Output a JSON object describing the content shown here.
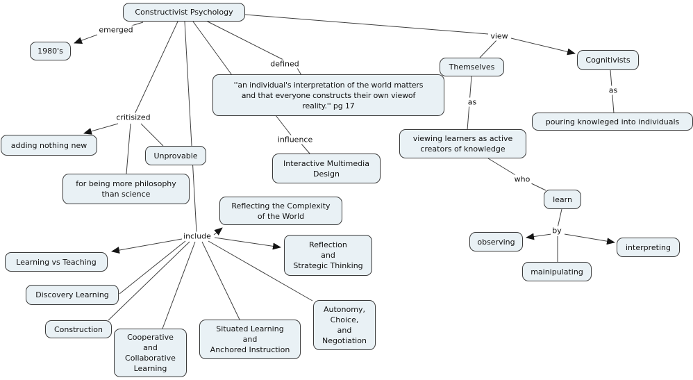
{
  "diagram_type": "concept-map",
  "topic": "Constructivist Psychology",
  "colors": {
    "background": "#ffffff",
    "node_fill": "#e9f1f5",
    "node_border": "#3a3a3a",
    "line": "#3f3f3f",
    "text": "#111111"
  },
  "nodes": {
    "cp": "Constructivist Psychology",
    "y1980s": "1980's",
    "adding": "adding nothing new",
    "unprovable": "Unprovable",
    "philosophy": "for being more philosophy\nthan science",
    "quote": "''an individual's interpretation of the world matters\nand that everyone constructs their own viewof\nreality.'' pg 17",
    "imd": "Interactive Multimedia\nDesign",
    "themselves": "Themselves",
    "cognitivists": "Cognitivists",
    "pouring": "pouring knowleged into individuals",
    "viewing": "viewing learners as active\ncreators of knowledge",
    "learn": "learn",
    "observing": "observing",
    "interpreting": "interpreting",
    "mainipulating": "mainipulating",
    "lvt": "Learning vs Teaching",
    "discovery": "Discovery Learning",
    "construction": "Construction",
    "cooperative": "Cooperative\nand\nCollaborative\nLearning",
    "reflecting": "Reflecting the Complexity\nof the World",
    "reflection": "Reflection\nand\nStrategic Thinking",
    "situated": "Situated Learning\nand\nAnchored Instruction",
    "autonomy": "Autonomy,\nChoice,\nand\nNegotiation"
  },
  "links": {
    "emerged": "emerged",
    "critisized": "critisized",
    "defined": "defined",
    "influence": "influence",
    "view": "view",
    "as_themselves": "as",
    "as_cognitivists": "as",
    "who": "who",
    "by": "by",
    "include": "include"
  },
  "connections": [
    {
      "from": "Constructivist Psychology",
      "label": "emerged",
      "to": "1980's",
      "arrow": true
    },
    {
      "from": "Constructivist Psychology",
      "label": "critisized",
      "to": "adding nothing new",
      "arrow": true
    },
    {
      "from": "Constructivist Psychology",
      "label": "critisized",
      "to": "Unprovable",
      "arrow": false
    },
    {
      "from": "Constructivist Psychology",
      "label": "critisized",
      "to": "for being more philosophy than science",
      "arrow": false
    },
    {
      "from": "Constructivist Psychology",
      "label": "defined",
      "to": "''an individual's interpretation of the world matters and that everyone constructs their own viewof reality.'' pg 17",
      "arrow": false
    },
    {
      "from": "''an individual's interpretation...'' pg 17",
      "label": "influence",
      "to": "Interactive Multimedia Design",
      "arrow": false
    },
    {
      "from": "Constructivist Psychology",
      "label": "view",
      "to": "Cognitivists",
      "arrow": true
    },
    {
      "from": "Constructivist Psychology",
      "label": "view",
      "to": "Themselves",
      "arrow": false
    },
    {
      "from": "Themselves",
      "label": "as",
      "to": "viewing learners as active creators of knowledge",
      "arrow": false
    },
    {
      "from": "Cognitivists",
      "label": "as",
      "to": "pouring knowleged into individuals",
      "arrow": false
    },
    {
      "from": "viewing learners as active creators of knowledge",
      "label": "who",
      "to": "learn",
      "arrow": false
    },
    {
      "from": "learn",
      "label": "by",
      "to": "observing",
      "arrow": true
    },
    {
      "from": "learn",
      "label": "by",
      "to": "interpreting",
      "arrow": true
    },
    {
      "from": "learn",
      "label": "by",
      "to": "mainipulating",
      "arrow": false
    },
    {
      "from": "Constructivist Psychology",
      "label": "include",
      "to": "Learning vs Teaching",
      "arrow": true
    },
    {
      "from": "Constructivist Psychology",
      "label": "include",
      "to": "Reflecting the Complexity of the World",
      "arrow": true
    },
    {
      "from": "Constructivist Psychology",
      "label": "include",
      "to": "Reflection and Strategic Thinking",
      "arrow": true
    },
    {
      "from": "Constructivist Psychology",
      "label": "include",
      "to": "Discovery Learning",
      "arrow": false
    },
    {
      "from": "Constructivist Psychology",
      "label": "include",
      "to": "Construction",
      "arrow": false
    },
    {
      "from": "Constructivist Psychology",
      "label": "include",
      "to": "Cooperative and Collaborative Learning",
      "arrow": false
    },
    {
      "from": "Constructivist Psychology",
      "label": "include",
      "to": "Situated Learning and Anchored Instruction",
      "arrow": false
    },
    {
      "from": "Constructivist Psychology",
      "label": "include",
      "to": "Autonomy, Choice, and Negotiation",
      "arrow": false
    }
  ]
}
